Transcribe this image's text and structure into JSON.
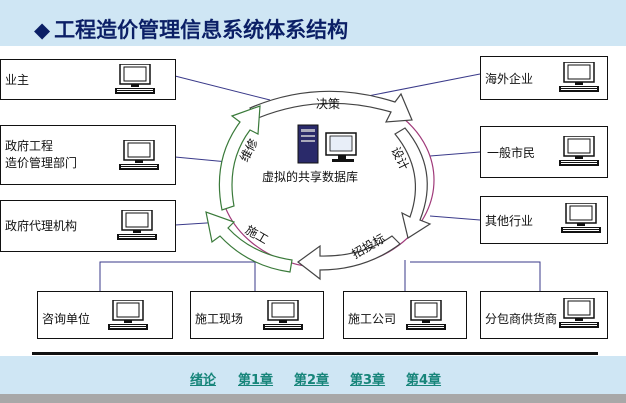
{
  "title": "工程造价管理信息系统体系结构",
  "title_marker": "◆",
  "center": {
    "label": "虚拟的共享数据库"
  },
  "cycle": {
    "top": "决策",
    "right": "设计",
    "bottom_right": "招投标",
    "bottom_left": "施工",
    "left": "维修"
  },
  "nodes": {
    "owner": "业主",
    "gov_cost_line1": "政府工程",
    "gov_cost_line2": "造价管理部门",
    "gov_agent": "政府代理机构",
    "consulting": "咨询单位",
    "site": "施工现场",
    "construction_company": "施工公司",
    "subcontractor": "分包商供货商",
    "overseas": "海外企业",
    "citizen": "一般市民",
    "other_industry": "其他行业"
  },
  "nav": {
    "intro": "绪论",
    "ch1": "第1章",
    "ch2": "第2章",
    "ch3": "第3章",
    "ch4": "第4章"
  },
  "colors": {
    "title": "#0b1f66",
    "nav": "#17857a",
    "background": "#cfe6f4"
  }
}
